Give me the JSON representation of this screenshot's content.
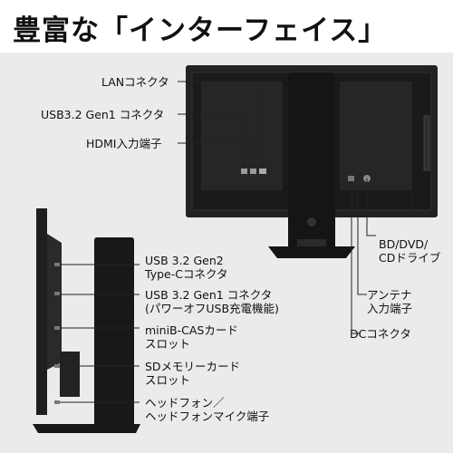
{
  "heading": "豊富な「インターフェイス」",
  "labels": {
    "lan": "LANコネクタ",
    "usb_gen1_rear": "USB3.2 Gen1 コネクタ",
    "hdmi": "HDMI入力端子",
    "bd_line1": "BD/DVD/",
    "bd_line2": "CDドライブ",
    "antenna_line1": "アンテナ",
    "antenna_line2": "入力端子",
    "dc": "DCコネクタ",
    "usb_gen2_line1": "USB 3.2 Gen2",
    "usb_gen2_line2": "Type-Cコネクタ",
    "usb_gen1_side_line1": "USB 3.2 Gen1 コネクタ",
    "usb_gen1_side_line2": "(パワーオフUSB充電機能)",
    "minib_line1": "miniB-CASカード",
    "minib_line2": "スロット",
    "sd_line1": "SDメモリーカード",
    "sd_line2": "スロット",
    "headphone_line1": "ヘッドフォン／",
    "headphone_line2": "ヘッドフォンマイク端子"
  },
  "colors": {
    "panel_background": "#ebebeb",
    "device_body": "#1e1e1e",
    "leader_line": "#222222"
  }
}
